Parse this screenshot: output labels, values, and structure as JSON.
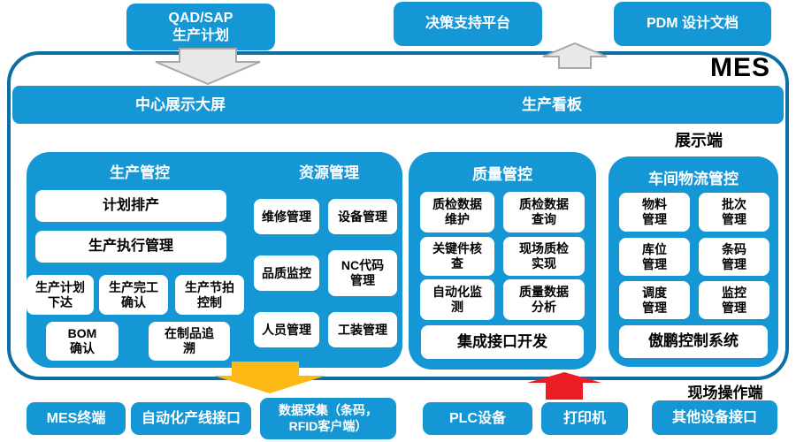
{
  "diagram_title": "MES",
  "external_systems": [
    {
      "label": "QAD/SAP\n生产计划"
    },
    {
      "label": "决策支持平台"
    },
    {
      "label": "PDM 设计文档"
    }
  ],
  "display_bar": {
    "left_label": "中心展示大屏",
    "right_label": "生产看板"
  },
  "zone_labels": {
    "display_side": "展示端",
    "operation_side": "现场操作端"
  },
  "panels": {
    "production": {
      "title": "生产管控",
      "boxes": [
        "计划排产",
        "生产执行管理",
        "生产计划\n下达",
        "生产完工\n确认",
        "生产节拍\n控制",
        "BOM\n确认",
        "在制品追\n溯"
      ]
    },
    "resource": {
      "title": "资源管理",
      "boxes": [
        "维修管理",
        "设备管理",
        "品质监控",
        "NC代码\n管理",
        "人员管理",
        "工装管理"
      ]
    },
    "quality": {
      "title": "质量管控",
      "boxes": [
        "质检数据\n维护",
        "质检数据\n查询",
        "关键件核\n查",
        "现场质检\n实现",
        "自动化监\n测",
        "质量数据\n分析"
      ],
      "footer": "集成接口开发"
    },
    "logistics": {
      "title": "车间物流管控",
      "boxes": [
        "物料\n管理",
        "批次\n管理",
        "库位\n管理",
        "条码\n管理",
        "调度\n管理",
        "监控\n管理"
      ],
      "footer": "傲鹏控制系统"
    }
  },
  "field_devices": [
    {
      "label": "MES终端"
    },
    {
      "label": "自动化产线接口"
    },
    {
      "label": "数据采集（条码，\nRFID客户端）"
    },
    {
      "label": "PLC设备"
    },
    {
      "label": "打印机"
    },
    {
      "label": "其他设备接口"
    }
  ],
  "arrows": [
    {
      "name": "gray-down-arrow",
      "direction": "down",
      "fill": "#E8E8E8",
      "border": "#A8A8A8"
    },
    {
      "name": "gray-up-arrow",
      "direction": "up",
      "fill": "#E8E8E8",
      "border": "#A8A8A8"
    },
    {
      "name": "yellow-down-arrow",
      "direction": "down",
      "fill": "#FCB813"
    },
    {
      "name": "red-up-arrow",
      "direction": "up",
      "fill": "#EC1C24"
    }
  ],
  "colors": {
    "primary_blue": "#1497D4",
    "container_border_blue": "#0D6FA4",
    "box_white": "#FFFFFF",
    "text_dark": "#000000",
    "arrow_gray_fill": "#E8E8E8",
    "arrow_gray_border": "#A8A8A8",
    "arrow_yellow": "#FCB813",
    "arrow_red": "#EC1C24"
  }
}
